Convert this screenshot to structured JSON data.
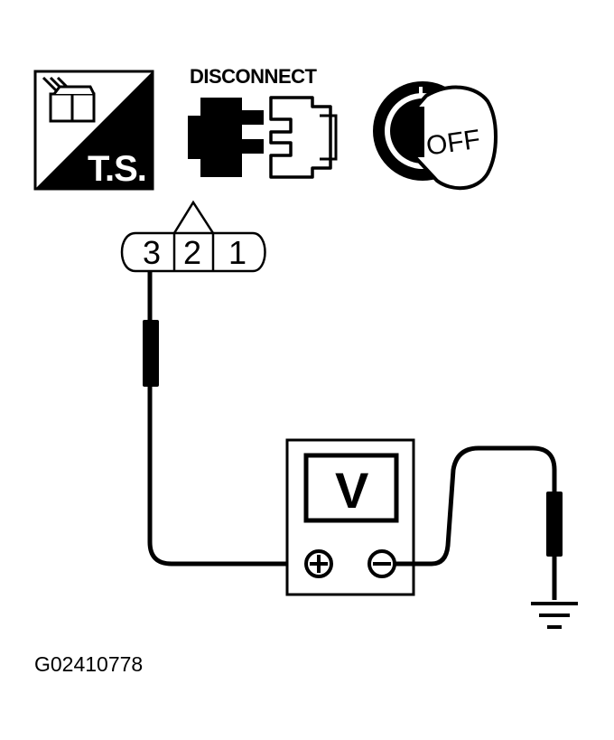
{
  "header": {
    "ts_label": "T.S.",
    "disconnect_label": "DISCONNECT",
    "ignition_label": "OFF"
  },
  "connector": {
    "pins": [
      "3",
      "2",
      "1"
    ]
  },
  "meter": {
    "unit_label": "V",
    "positive_symbol": "+",
    "negative_symbol": "−"
  },
  "figure": {
    "code": "G02410778"
  },
  "colors": {
    "ink": "#000000",
    "paper": "#ffffff"
  }
}
